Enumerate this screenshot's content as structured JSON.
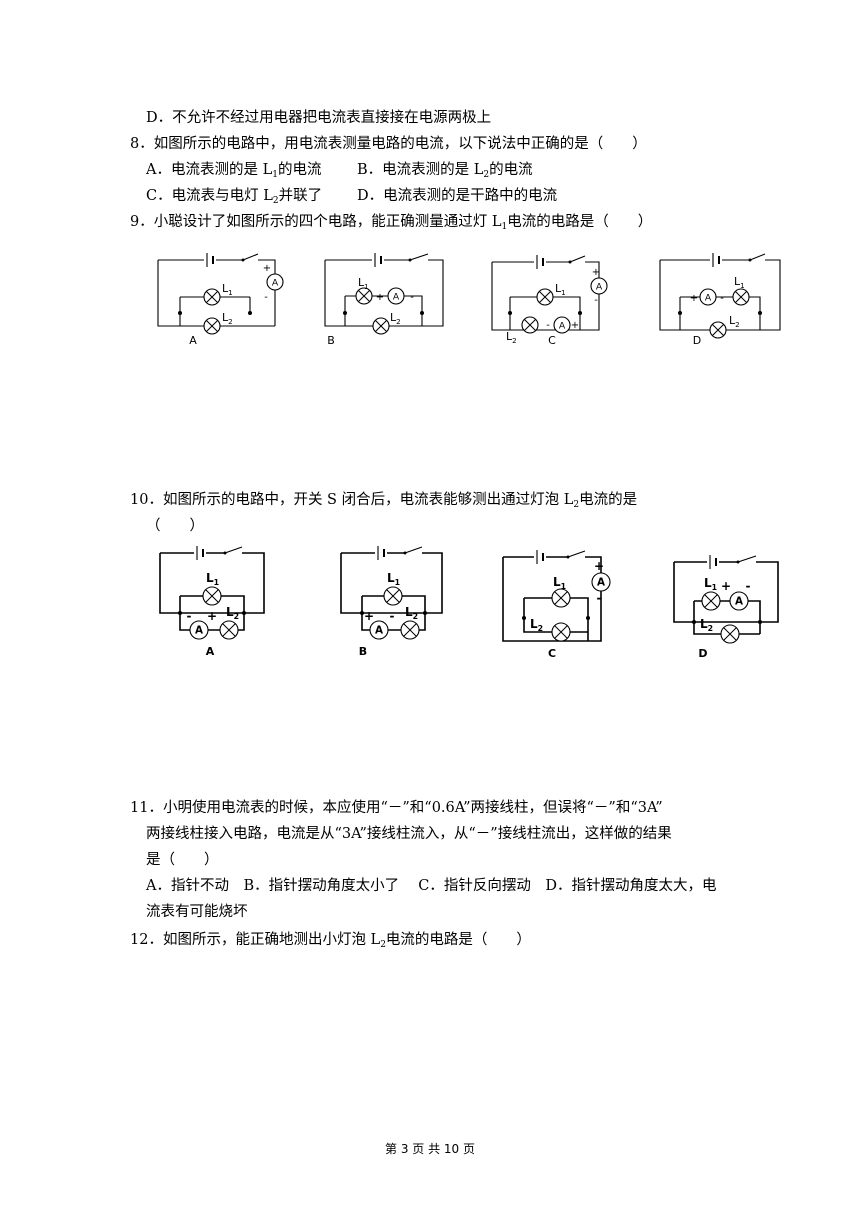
{
  "q7": {
    "optD": "D．不允许不经过用电器把电流表直接接在电源两极上"
  },
  "q8": {
    "stem": "8．如图所示的电路中，用电流表测量电路的电流，以下说法中正确的是（　　）",
    "optA_pre": "A．电流表测的是 L",
    "optA_sub": "1",
    "optA_post": "的电流",
    "optB_pre": "B．电流表测的是 L",
    "optB_sub": "2",
    "optB_post": "的电流",
    "optC_pre": "C．电流表与电灯 L",
    "optC_sub": "2",
    "optC_post": "并联了",
    "optD": "D．电流表测的是干路中的电流"
  },
  "q9": {
    "stem_pre": "9．小聪设计了如图所示的四个电路，能正确测量通过灯 L",
    "stem_sub": "1",
    "stem_post": "电流的电路是（　　）",
    "labels": [
      "A",
      "B",
      "C",
      "D"
    ]
  },
  "q10": {
    "stem_pre": "10．如图所示的电路中，开关 S 闭合后，电流表能够测出通过灯泡 L",
    "stem_sub": "2",
    "stem_post": "电流的是",
    "stem2": "（　　）",
    "labels": [
      "A",
      "B",
      "C",
      "D"
    ]
  },
  "q11": {
    "line1": "11．小明使用电流表的时候，本应使用“－”和“0.6A”两接线柱，但误将“－”和“3A”",
    "line2": "两接线柱接入电路，电流是从“3A”接线柱流入，从“－”接线柱流出，这样做的结果",
    "line3": "是（　　）",
    "line4": "A．指针不动　B．指针摆动角度太小了　 C．指针反向摆动　D．指针摆动角度太大，电",
    "line5": "流表有可能烧坏"
  },
  "q12": {
    "stem_pre": "12．如图所示，能正确地测出小灯泡 L",
    "stem_sub": "2",
    "stem_post": "电流的电路是（　　）"
  },
  "symbols": {
    "ammeter": "A",
    "plus": "+",
    "minus": "-",
    "lamp1": "L",
    "lamp_sub1": "1",
    "lamp_sub2": "2"
  },
  "footer": {
    "text": "第 3 页 共 10 页"
  }
}
